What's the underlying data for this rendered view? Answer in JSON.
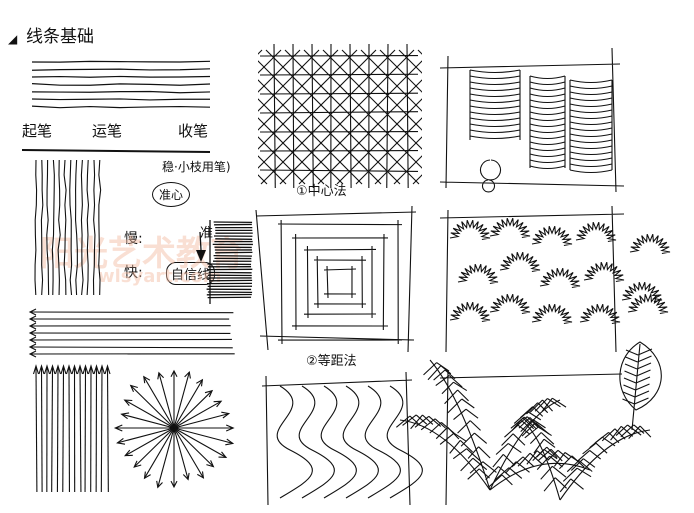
{
  "title": "线条基础",
  "stroke_labels": {
    "start": "起笔",
    "move": "运笔",
    "end": "收笔"
  },
  "note_steady": "稳·小枝用笔)",
  "note_steady_circle": "准心",
  "note_slow": "慢:",
  "note_slow_side": "准",
  "note_fast": "快:",
  "note_fast_box": "自信线",
  "caption_center": "①中心法",
  "caption_grid": "②等距法",
  "watermark_cn": "阳光艺术教育",
  "watermark_en": "wlsyart.com",
  "colors": {
    "ink": "#111111",
    "paper": "#ffffff",
    "watermark": "#f3b9a0"
  }
}
